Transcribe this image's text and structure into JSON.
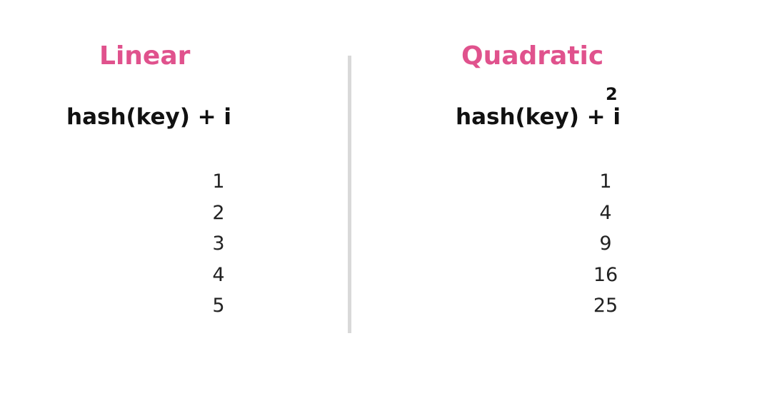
{
  "linear": {
    "title": "Linear",
    "formula": "hash(key) + i",
    "values": [
      "1",
      "2",
      "3",
      "4",
      "5"
    ]
  },
  "quadratic": {
    "title": "Quadratic",
    "formula": "hash(key) + i",
    "exponent": "2",
    "values": [
      "1",
      "4",
      "9",
      "16",
      "25"
    ]
  },
  "colors": {
    "accent": "#e0528d",
    "text": "#111111",
    "divider": "#d9d9d9"
  }
}
